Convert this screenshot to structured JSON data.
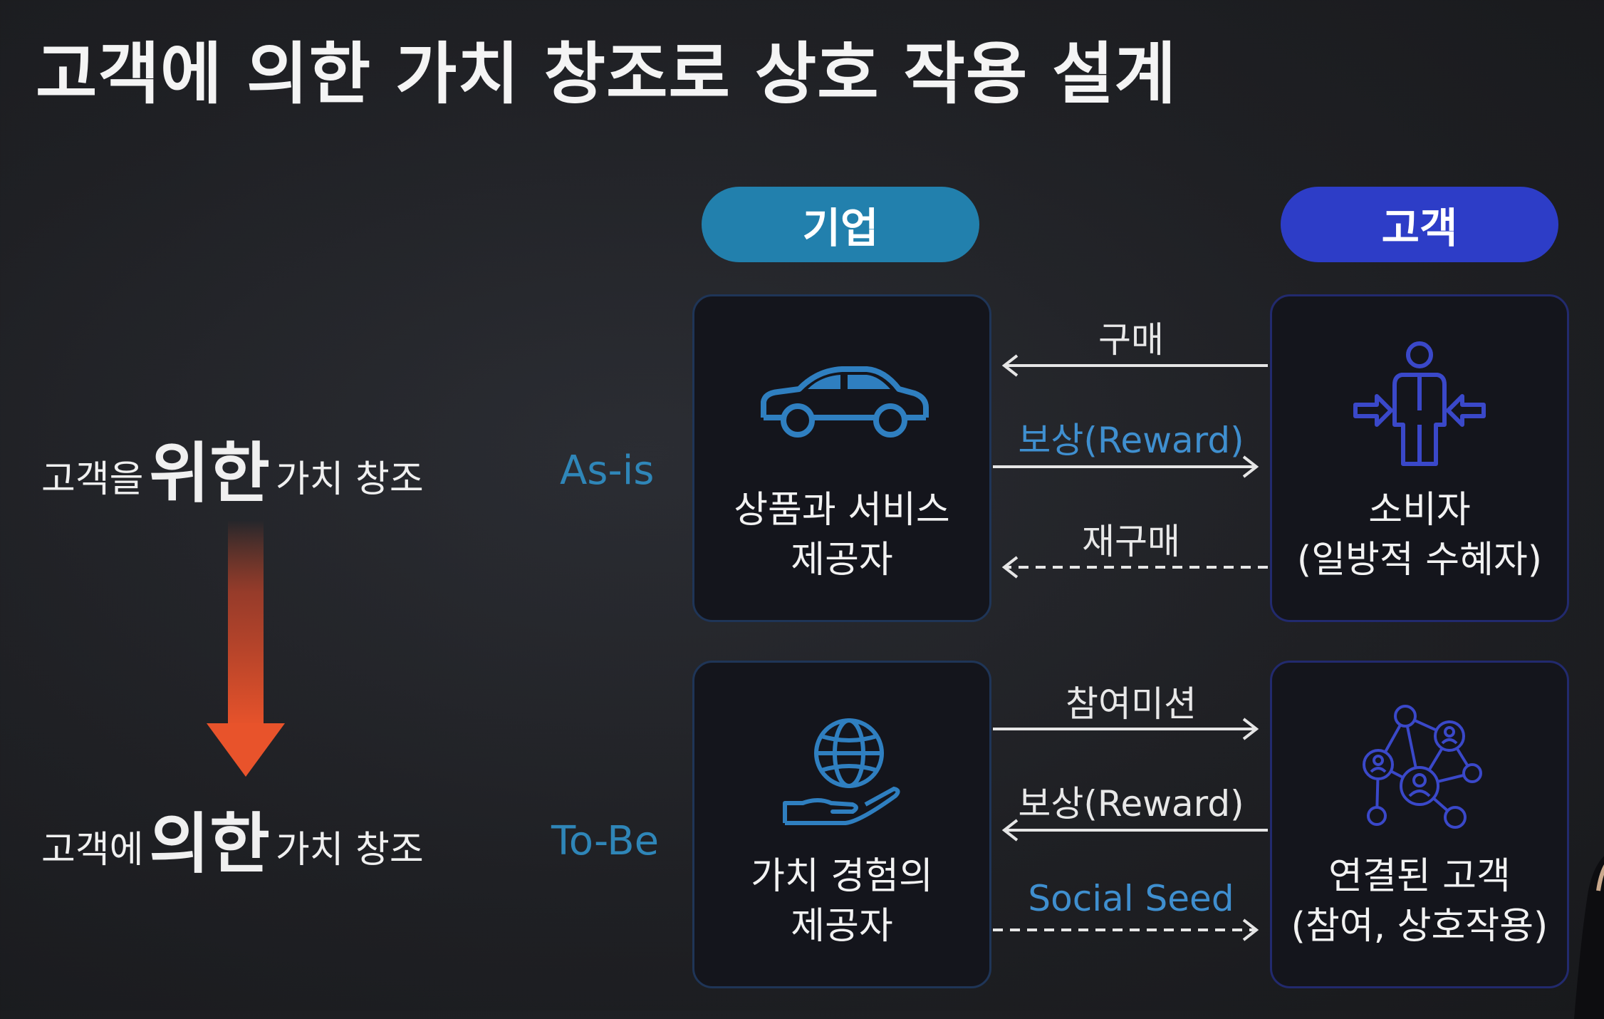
{
  "title": "고객에 의한 가치 창조로 상호 작용 설계",
  "left": {
    "line1": {
      "prefix": "고객을",
      "emphasis": "위한",
      "suffix": "가치 창조"
    },
    "line2": {
      "prefix": "고객에",
      "emphasis": "의한",
      "suffix": "가치 창조"
    },
    "arrow_color": "#e8532b"
  },
  "header": {
    "company": "기업",
    "customer": "고객"
  },
  "rows": {
    "asis": {
      "label": "As-is",
      "company_line1": "상품과 서비스",
      "company_line2": "제공자",
      "company_icon": "car-icon",
      "customer_line1": "소비자",
      "customer_line2": "(일방적 수혜자)",
      "customer_icon": "consumer-person-icon",
      "arrows": {
        "top": "구매",
        "middle": "보상(Reward)",
        "bottom": "재구매"
      }
    },
    "tobe": {
      "label": "To-Be",
      "company_line1": "가치 경험의",
      "company_line2": "제공자",
      "company_icon": "globe-hand-icon",
      "customer_line1": "연결된 고객",
      "customer_line2": "(참여, 상호작용)",
      "customer_icon": "network-people-icon",
      "arrows": {
        "top": "참여미션",
        "middle": "보상(Reward)",
        "bottom": "Social Seed"
      }
    }
  },
  "colors": {
    "company_accent": "#2280ad",
    "customer_accent": "#2d3dc7",
    "label_blue": "#3f8fcf"
  }
}
